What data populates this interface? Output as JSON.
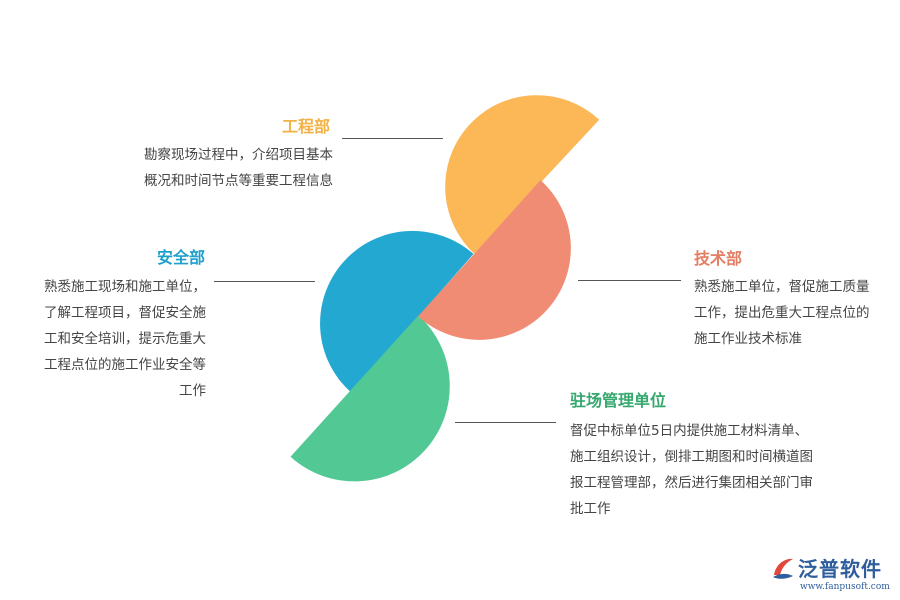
{
  "colors": {
    "engineering": "#fcb757",
    "technical": "#f08c73",
    "safety": "#23a8d2",
    "site": "#52c994",
    "title_engineering": "#f2b246",
    "title_technical": "#e47e63",
    "title_safety": "#1ea0cc",
    "title_site": "#35a86e"
  },
  "blocks": {
    "engineering": {
      "title": "工程部",
      "lines": [
        "勘察现场过程中，介绍项目基本",
        "概况和时间节点等重要工程信息"
      ]
    },
    "safety": {
      "title": "安全部",
      "lines": [
        "熟悉施工现场和施工单位，",
        "了解工程项目，督促安全施",
        "工和安全培训，提示危重大",
        "工程点位的施工作业安全等",
        "工作"
      ]
    },
    "technical": {
      "title": "技术部",
      "lines": [
        "熟悉施工单位，督促施工质量",
        "工作，提出危重大工程点位的",
        "施工作业技术标准"
      ]
    },
    "site": {
      "title": "驻场管理单位",
      "lines": [
        "督促中标单位5日内提供施工材料清单、",
        "施工组织设计，倒排工期图和时间横道图",
        "报工程管理部，然后进行集团相关部门审",
        "批工作"
      ]
    }
  },
  "logo": {
    "brand": "泛普软件",
    "url": "www.fanpusoft.com",
    "icon": "fanpu-logo-icon"
  }
}
